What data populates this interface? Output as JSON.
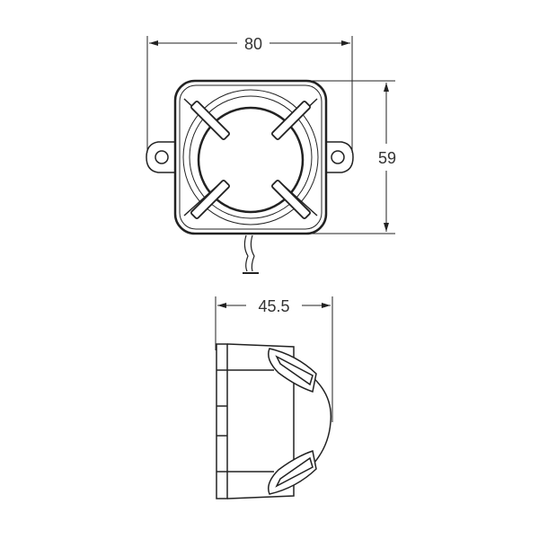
{
  "drawing": {
    "type": "technical dimension drawing",
    "subject": "square siren / buzzer with mounting ears",
    "line_color": "#222222",
    "background": "#ffffff",
    "views": {
      "front": {
        "width_label": "80",
        "height_label": "59"
      },
      "side": {
        "depth_label": "45.5"
      }
    }
  }
}
